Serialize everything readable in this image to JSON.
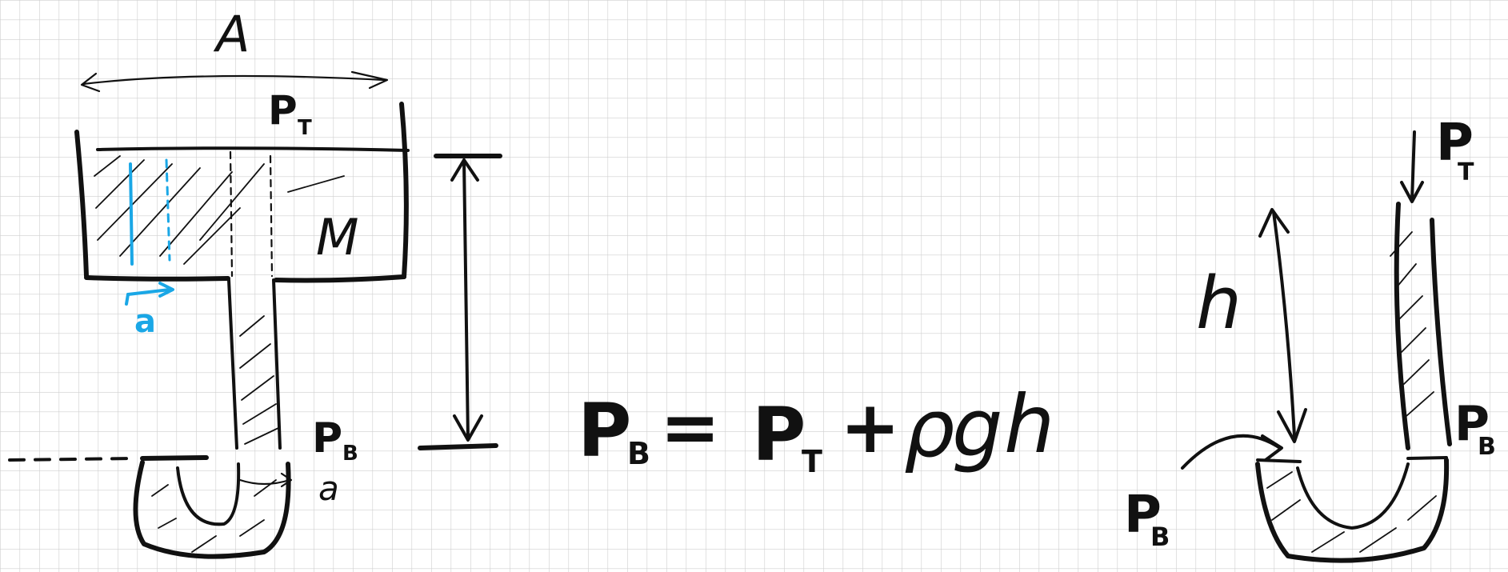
{
  "labels": {
    "area": "A",
    "p_top_left": "P",
    "p_top_left_sub": "T",
    "mass": "M",
    "small_a_blue": "a",
    "p_bottom_left": "P",
    "p_bottom_left_sub": "B",
    "small_a_black": "a",
    "height": "h",
    "p_top_right": "P",
    "p_top_right_sub": "T",
    "p_bottom_right_tube": "P",
    "p_bottom_right_tube_sub": "B",
    "p_bottom_right_left": "P",
    "p_bottom_right_left_sub": "B"
  },
  "equation": {
    "lhs": "P",
    "lhs_sub": "B",
    "equals": "=",
    "rhs_p": "P",
    "rhs_p_sub": "T",
    "plus": "+",
    "rho": "ρ",
    "g": "g",
    "h": "h"
  },
  "colors": {
    "ink": "#111111",
    "accent": "#1aa7e6",
    "grid": "#cfcfcf",
    "background": "#ffffff"
  }
}
